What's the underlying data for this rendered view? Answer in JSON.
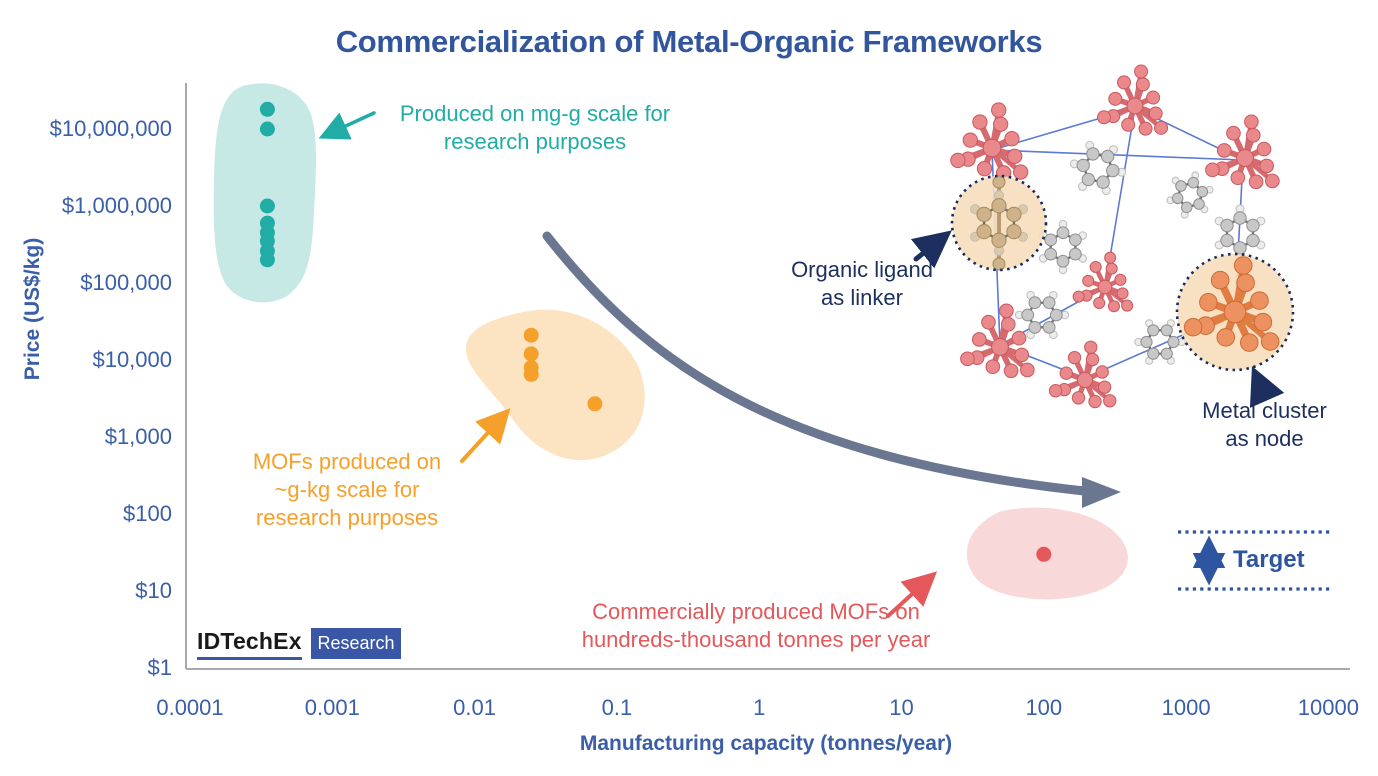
{
  "title": "Commercialization of Metal-Organic Frameworks",
  "axes": {
    "x_label": "Manufacturing capacity (tonnes/year)",
    "y_label": "Price (US$/kg)"
  },
  "annotations": {
    "research_mg_g": {
      "text": "Produced on mg-g scale for\nresearch purposes",
      "color": "#21aca6"
    },
    "research_g_kg": {
      "text": "MOFs produced on\n~g-kg scale for\nresearch purposes",
      "color": "#f6a02c"
    },
    "commercial": {
      "text": "Commercially produced MOFs on\nhundreds-thousand tonnes per year",
      "color": "#e4575a"
    },
    "organic_ligand": {
      "text": "Organic ligand\nas linker",
      "color": "#1d2f5f"
    },
    "metal_cluster": {
      "text": "Metal cluster\nas node",
      "color": "#1d2f5f"
    },
    "target": {
      "label": "Target",
      "color": "#2e56a0"
    }
  },
  "logo": {
    "brand": "IDTechEx",
    "suffix": "Research"
  },
  "colors": {
    "title_blue": "#31569e",
    "axis_blue": "#3a5ea8",
    "teal": "#21aca6",
    "teal_blob": "#c6e9e6",
    "orange": "#f6a02c",
    "orange_blob": "#fce4c2",
    "red": "#e4575a",
    "red_blob": "#f8d8d8",
    "trend_gray": "#6b7791",
    "navy": "#1d2f5f",
    "highlight_fill": "#f6debb",
    "axis_line_gray": "#a8a8ad"
  },
  "chart_data": {
    "type": "scatter",
    "title": "Commercialization of Metal-Organic Frameworks",
    "xlabel": "Manufacturing capacity (tonnes/year)",
    "ylabel": "Price (US$/kg)",
    "x_scale": "log",
    "y_scale": "log",
    "xlim": [
      0.0001,
      10000
    ],
    "ylim": [
      1,
      40000000
    ],
    "grid": false,
    "legend_position": "none",
    "x_ticks": [
      {
        "label": "0.0001",
        "value": 0.0001
      },
      {
        "label": "0.001",
        "value": 0.001
      },
      {
        "label": "0.01",
        "value": 0.01
      },
      {
        "label": "0.1",
        "value": 0.1
      },
      {
        "label": "1",
        "value": 1
      },
      {
        "label": "10",
        "value": 10
      },
      {
        "label": "100",
        "value": 100
      },
      {
        "label": "1000",
        "value": 1000
      },
      {
        "label": "10000",
        "value": 10000
      }
    ],
    "y_ticks": [
      {
        "label": "$10,000,000",
        "value": 10000000
      },
      {
        "label": "$1,000,000",
        "value": 1000000
      },
      {
        "label": "$100,000",
        "value": 100000
      },
      {
        "label": "$10,000",
        "value": 10000
      },
      {
        "label": "$1,000",
        "value": 1000
      },
      {
        "label": "$100",
        "value": 100
      },
      {
        "label": "$10",
        "value": 10
      },
      {
        "label": "$1",
        "value": 1
      }
    ],
    "series": [
      {
        "name": "Produced on mg-g scale for research purposes",
        "color": "#21aca6",
        "points": [
          [
            0.00035,
            18000000
          ],
          [
            0.00035,
            10000000
          ],
          [
            0.00035,
            1000000
          ],
          [
            0.00035,
            600000
          ],
          [
            0.00035,
            450000
          ],
          [
            0.00035,
            350000
          ],
          [
            0.00035,
            260000
          ],
          [
            0.00035,
            200000
          ]
        ]
      },
      {
        "name": "MOFs produced on ~g-kg scale for research purposes",
        "color": "#f6a02c",
        "points": [
          [
            0.025,
            21000
          ],
          [
            0.025,
            12000
          ],
          [
            0.025,
            8000
          ],
          [
            0.025,
            6500
          ],
          [
            0.07,
            2700
          ]
        ]
      },
      {
        "name": "Commercially produced MOFs on hundreds-thousand tonnes per year",
        "color": "#e4575a",
        "points": [
          [
            100,
            30
          ]
        ]
      }
    ],
    "annotations_notes": {
      "target_band_usd_per_kg": [
        12,
        65
      ],
      "trend_arrow": "price falls as manufacturing capacity scales up"
    }
  }
}
